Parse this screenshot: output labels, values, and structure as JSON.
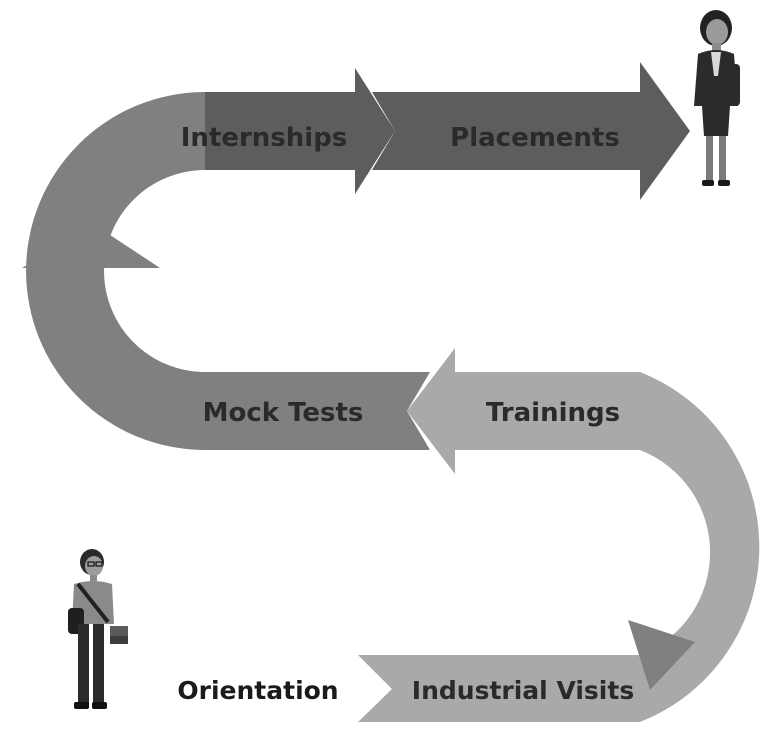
{
  "colors": {
    "band_top": "#5d5d5d",
    "band_middle": "#808080",
    "band_bottom": "#a9a9a9",
    "text_on_band": "#2a2a2a",
    "text_plain": "#1a1a1a"
  },
  "stages": {
    "start": "Orientation",
    "industrial_visits": "Industrial Visits",
    "trainings": "Trainings",
    "mock_tests": "Mock Tests",
    "internships": "Internships",
    "placements": "Placements"
  }
}
